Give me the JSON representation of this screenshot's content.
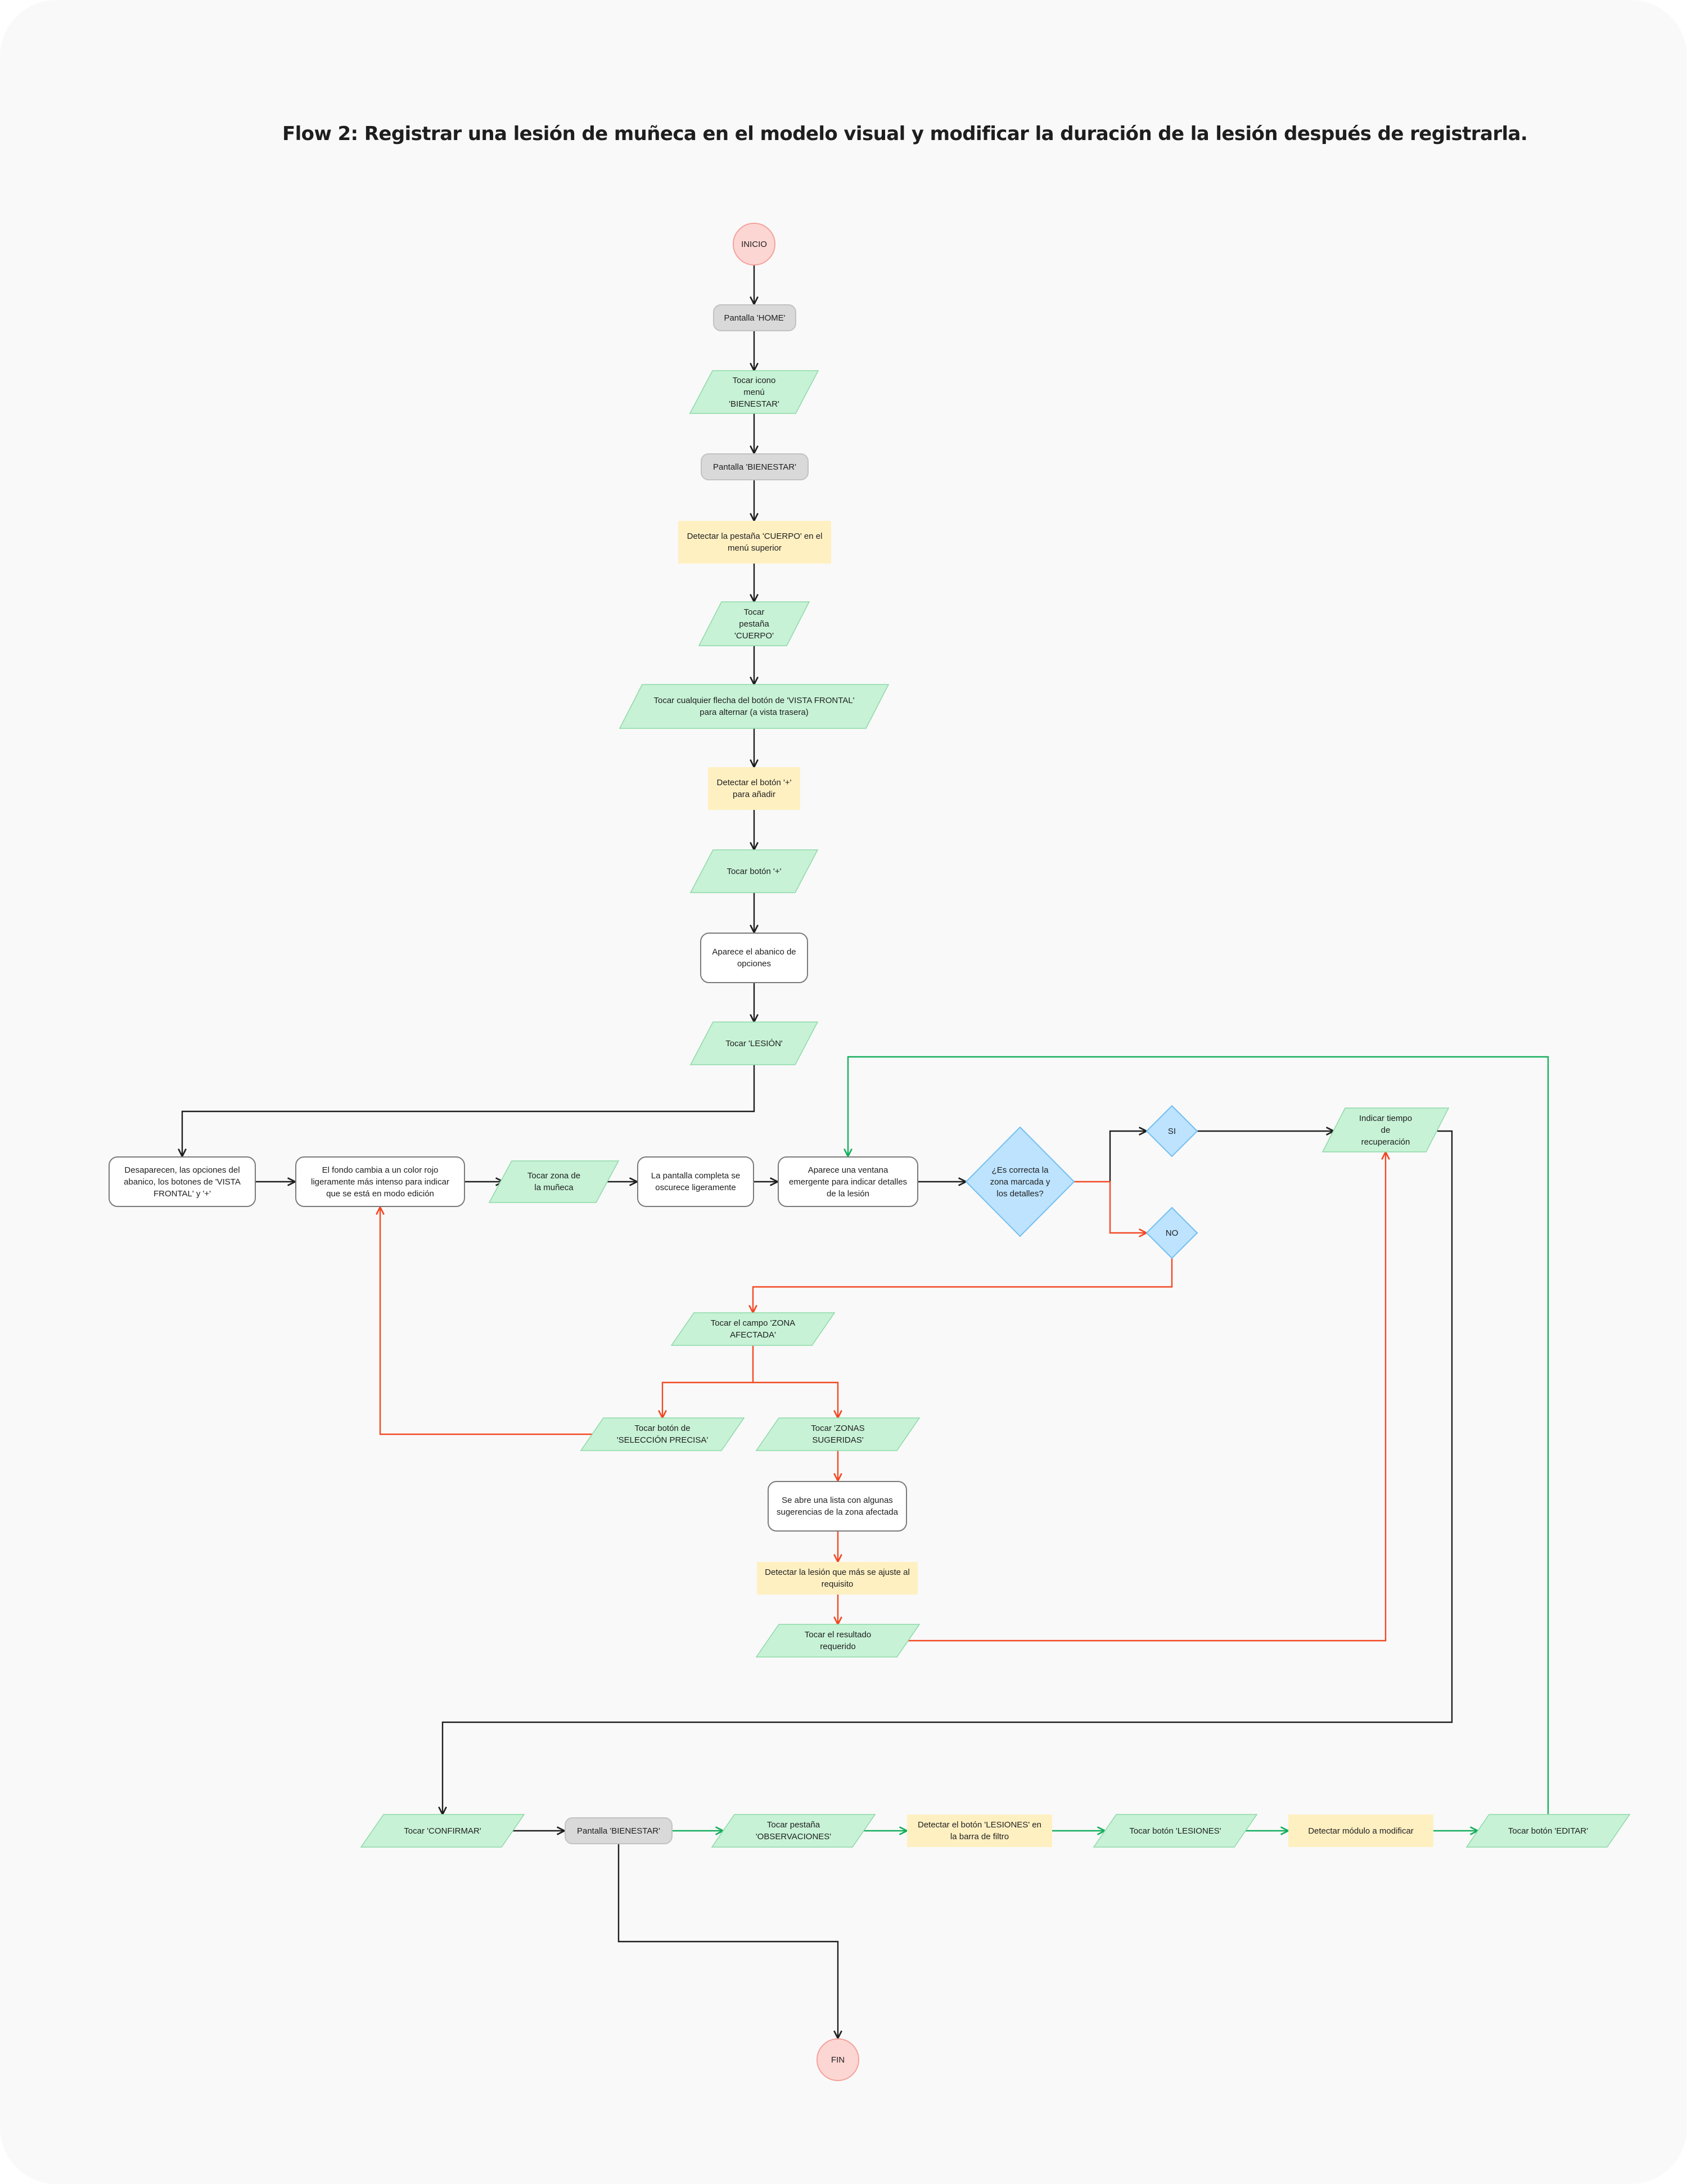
{
  "title": "Flow 2: Registrar una lesión de muñeca en el modelo visual y modificar la duración de la lesión después de registrarla.",
  "colors": {
    "start_end_fill": "#fcd6d3",
    "screen_fill": "#d9d9d9",
    "action_fill": "#c7f2d6",
    "detect_fill": "#fff0c2",
    "decision_fill": "#bde3ff",
    "process_fill": "#ffffff",
    "line_default": "#1e1e1e",
    "line_error": "#f24822",
    "line_success": "#14ae5c"
  },
  "nodes": {
    "inicio": "INICIO",
    "pantalla_home": "Pantalla 'HOME'",
    "tocar_icono_bienestar": "Tocar icono menú 'BIENESTAR'",
    "pantalla_bienestar_1": "Pantalla 'BIENESTAR'",
    "detectar_pestana_cuerpo": "Detectar la pestaña 'CUERPO' en el menú superior",
    "tocar_pestana_cuerpo": "Tocar pestaña 'CUERPO'",
    "tocar_flecha_vista": "Tocar cualquier flecha del botón de 'VISTA FRONTAL' para alternar (a vista trasera)",
    "detectar_boton_mas": "Detectar el botón '+' para añadir",
    "tocar_boton_mas": "Tocar botón '+'",
    "aparece_abanico": "Aparece el abanico de opciones",
    "tocar_lesion": "Tocar 'LESIÓN'",
    "desaparecen_opciones": "Desaparecen, las opciones del abanico, los botones de 'VISTA FRONTAL' y '+'",
    "fondo_rojo": "El fondo cambia a un color rojo ligeramente más intenso para indicar que se está en modo edición",
    "tocar_zona_muneca": "Tocar zona de la muñeca",
    "pantalla_oscurece": "La pantalla completa se oscurece ligeramente",
    "ventana_emergente": "Aparece una ventana emergente para indicar detalles de la lesión",
    "decision_zona": "¿Es correcta la zona marcada y los detalles?",
    "si": "SI",
    "no": "NO",
    "indicar_tiempo": "Indicar tiempo de recuperación",
    "tocar_campo_zona": "Tocar el campo 'ZONA AFECTADA'",
    "tocar_seleccion_precisa": "Tocar botón de 'SELECCIÓN PRECISA'",
    "tocar_zonas_sugeridas": "Tocar 'ZONAS SUGERIDAS'",
    "lista_sugerencias": "Se abre una lista con algunas sugerencias de la zona afectada",
    "detectar_lesion_ajuste": "Detectar la lesión que más se ajuste al requisito",
    "tocar_resultado": "Tocar el resultado requerido",
    "tocar_confirmar": "Tocar 'CONFIRMAR'",
    "pantalla_bienestar_2": "Pantalla 'BIENESTAR'",
    "tocar_observaciones": "Tocar pestaña 'OBSERVACIONES'",
    "detectar_boton_lesiones": "Detectar el botón 'LESIONES' en la barra de filtro",
    "tocar_boton_lesiones": "Tocar botón 'LESIONES'",
    "detectar_modulo": "Detectar módulo a modificar",
    "tocar_editar": "Tocar botón 'EDITAR'",
    "fin": "FIN"
  }
}
